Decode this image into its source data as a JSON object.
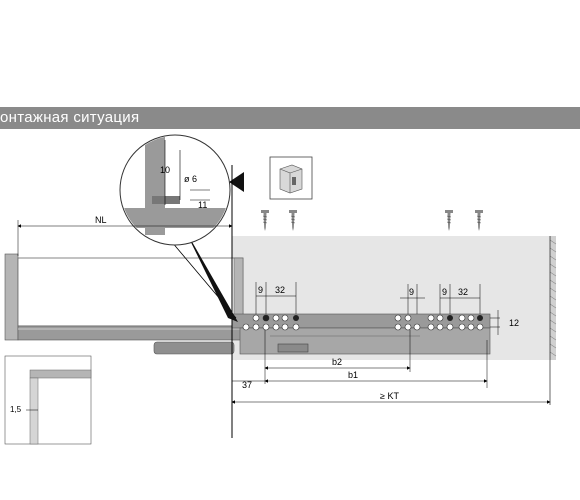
{
  "section": {
    "title": "онтажная ситуация"
  },
  "dimensions": {
    "nl": "NL",
    "d10": "10",
    "dia6": "ø 6",
    "d11": "11",
    "d9_left": "9",
    "d32_left": "32",
    "d9_mid": "9",
    "d9_right": "9",
    "d32_right": "32",
    "d12": "12",
    "b2": "b2",
    "b1": "b1",
    "d37": "37",
    "kt": "≥ KT",
    "d1_5": "1,5"
  },
  "colors": {
    "banner": "#8a8a8a",
    "panel": "#e8e8e8",
    "rail": "#9a9a9a",
    "drawer_side": "#b5b5b5"
  }
}
